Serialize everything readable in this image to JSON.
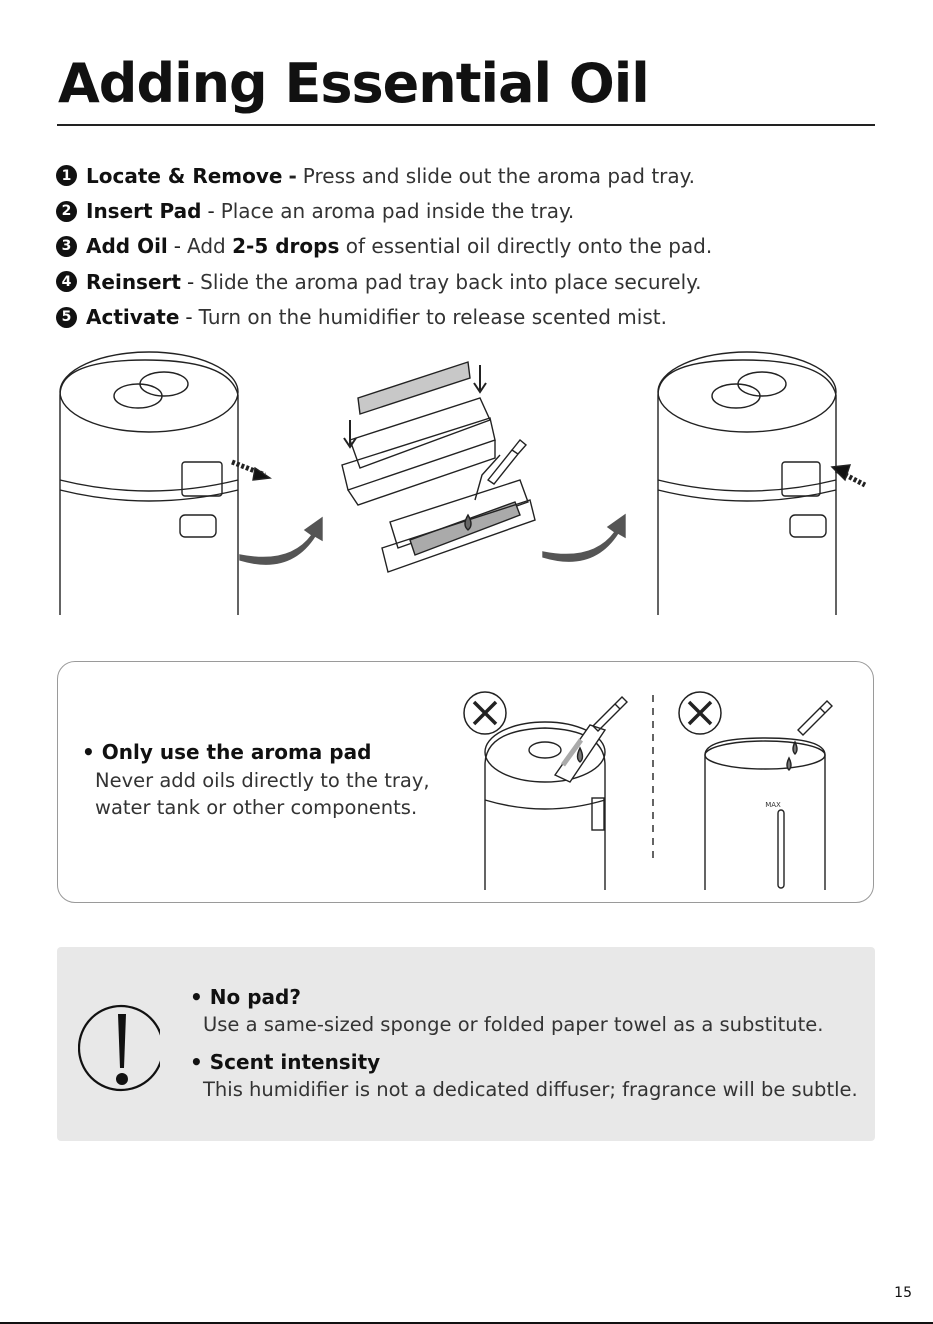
{
  "page": {
    "title": "Adding Essential Oil",
    "page_number": "15"
  },
  "steps": [
    {
      "number": "1",
      "title": "Locate & Remove",
      "sep": "-",
      "text": "Press and slide out the aroma pad tray."
    },
    {
      "number": "2",
      "title": "Insert Pad",
      "sep": "-",
      "text": "Place an aroma pad inside the tray."
    },
    {
      "number": "3",
      "title": "Add Oil",
      "sep": "-",
      "text_before": "Add",
      "bold": "2-5 drops",
      "text_after": "of essential oil directly onto the pad."
    },
    {
      "number": "4",
      "title": "Reinsert",
      "sep": "-",
      "text": "Slide the aroma pad tray back into place securely."
    },
    {
      "number": "5",
      "title": "Activate",
      "sep": "-",
      "text": "Turn on the humidifier to release scented mist."
    }
  ],
  "note": {
    "heading": "Only use the aroma pad",
    "bullet": "•",
    "lines": [
      "Never add oils directly to the tray,",
      "water tank or other components."
    ],
    "tank_label": "MAX"
  },
  "warnings": [
    {
      "bullet": "•",
      "heading": "No pad?",
      "text": "Use a same-sized sponge or folded paper towel as a substitute."
    },
    {
      "bullet": "•",
      "heading": "Scent intensity",
      "text": "This humidifier is not a dedicated diffuser; fragrance will be subtle."
    }
  ],
  "icons": {
    "warning": "exclamation-circle-icon",
    "forbidden": "x-circle-icon",
    "arrow": "curved-arrow-icon",
    "dropper": "dropper-icon"
  }
}
